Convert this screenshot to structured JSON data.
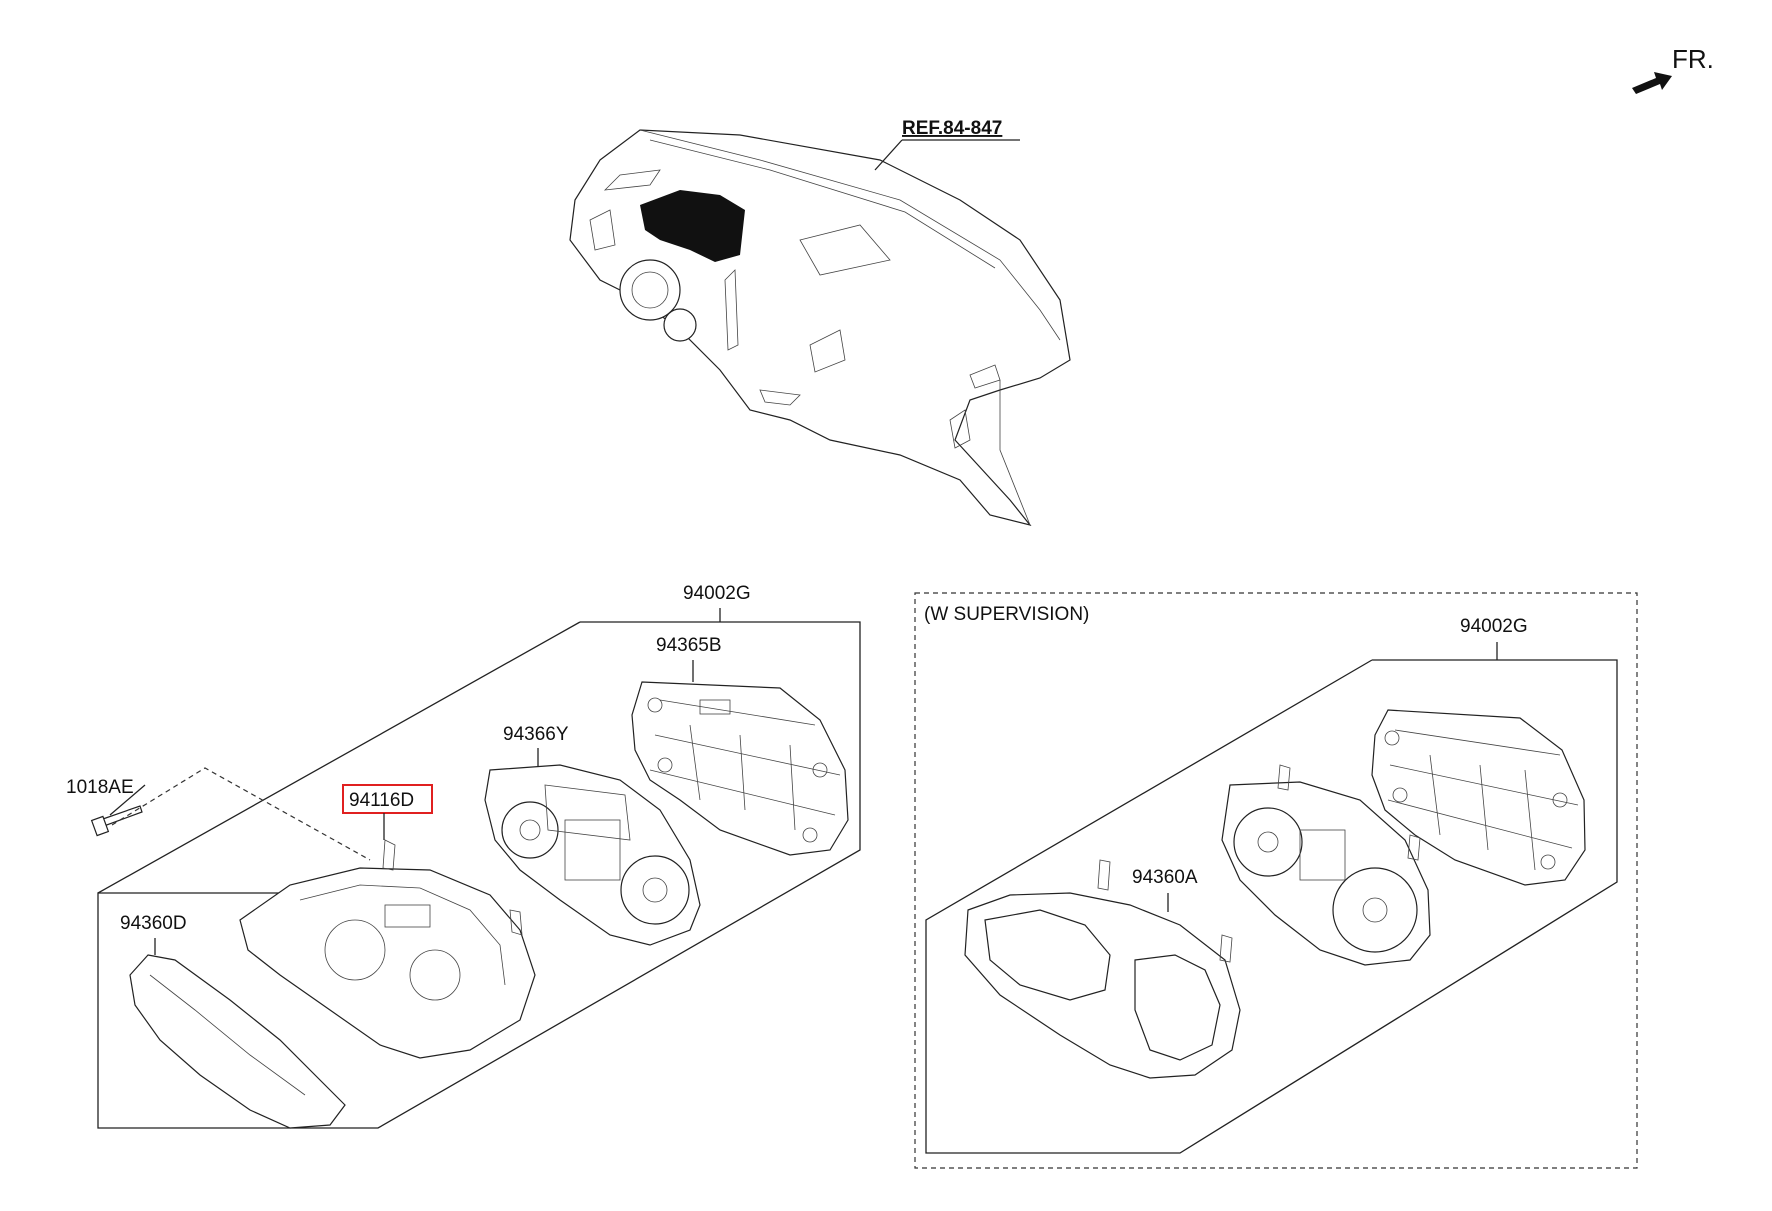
{
  "orientation": {
    "label": "FR."
  },
  "reference": {
    "label": "REF.84-847"
  },
  "highlight_color": "#e02020",
  "callouts": {
    "assembly_left": "94002G",
    "rear_cover_left": "94365B",
    "gauge_assembly_left": "94366Y",
    "window_highlighted": "94116D",
    "screw": "1018AE",
    "lens_left": "94360D",
    "variant_title": "(W SUPERVISION)",
    "assembly_right": "94002G",
    "lens_right": "94360A"
  }
}
